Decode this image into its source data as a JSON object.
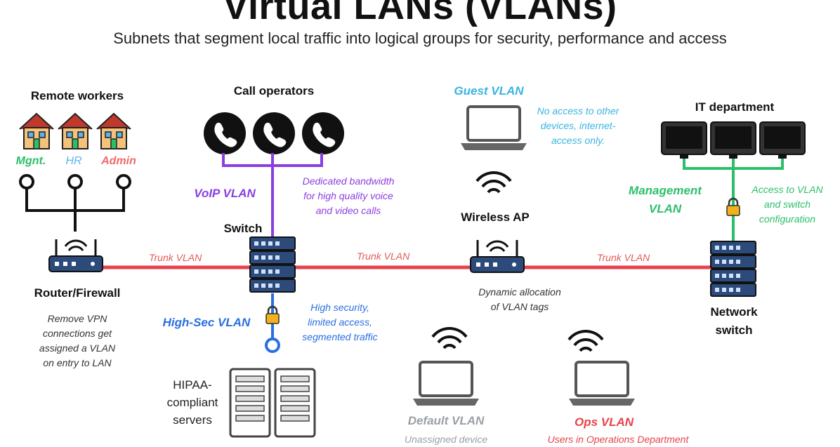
{
  "title": "Virtual LANs (VLANs)",
  "subtitle": "Subnets that segment local traffic into logical groups for security, performance and access",
  "remote": {
    "heading": "Remote workers",
    "houses": [
      "Mgnt.",
      "HR",
      "Admin"
    ]
  },
  "router": {
    "label": "Router/Firewall",
    "note_lines": [
      "Remove VPN",
      "connections get",
      "assigned a VLAN",
      "on entry to LAN"
    ]
  },
  "call": {
    "heading": "Call operators",
    "vlan": "VoIP VLAN",
    "note_lines": [
      "Dedicated bandwidth",
      "for high quality voice",
      "and video calls"
    ]
  },
  "switch": {
    "label": "Switch"
  },
  "highsec": {
    "vlan": "High-Sec VLAN",
    "note_lines": [
      "High security,",
      "limited access,",
      "segmented traffic"
    ]
  },
  "servers": {
    "label_lines": [
      "HIPAA-",
      "compliant",
      "servers"
    ]
  },
  "guest": {
    "vlan": "Guest VLAN",
    "note_lines": [
      "No access to other",
      "devices, internet-",
      "access only."
    ]
  },
  "ap": {
    "label": "Wireless AP",
    "note_lines": [
      "Dynamic allocation",
      "of VLAN tags"
    ]
  },
  "trunk": [
    "Trunk VLAN",
    "Trunk VLAN",
    "Trunk VLAN"
  ],
  "it": {
    "heading": "IT department",
    "vlan_lines": [
      "Management",
      "VLAN"
    ],
    "note_lines": [
      "Access to VLAN",
      "and switch",
      "configuration"
    ]
  },
  "netswitch": {
    "label_lines": [
      "Network",
      "switch"
    ]
  },
  "default_vlan": {
    "vlan": "Default VLAN",
    "note": "Unassigned device"
  },
  "ops_vlan": {
    "vlan": "Ops VLAN",
    "note": "Users in Operations Department"
  },
  "colors": {
    "trunk": "#e8424b",
    "voip": "#8a3fe0",
    "highsec": "#2a6fe0",
    "guest": "#3ab4e0",
    "management": "#2cbf6a",
    "default": "#9aa0a6",
    "ops": "#e8424b",
    "mgnt": "#2cbf6a",
    "hr": "#5ab4ef",
    "admin": "#f06a6a",
    "device": "#2c4a7a",
    "lock": "#f2b21b"
  },
  "icons": [
    "house-icon",
    "phone-icon",
    "router-icon",
    "switch-icon",
    "laptop-icon",
    "monitor-icon",
    "server-icon",
    "wifi-icon",
    "lock-icon"
  ]
}
